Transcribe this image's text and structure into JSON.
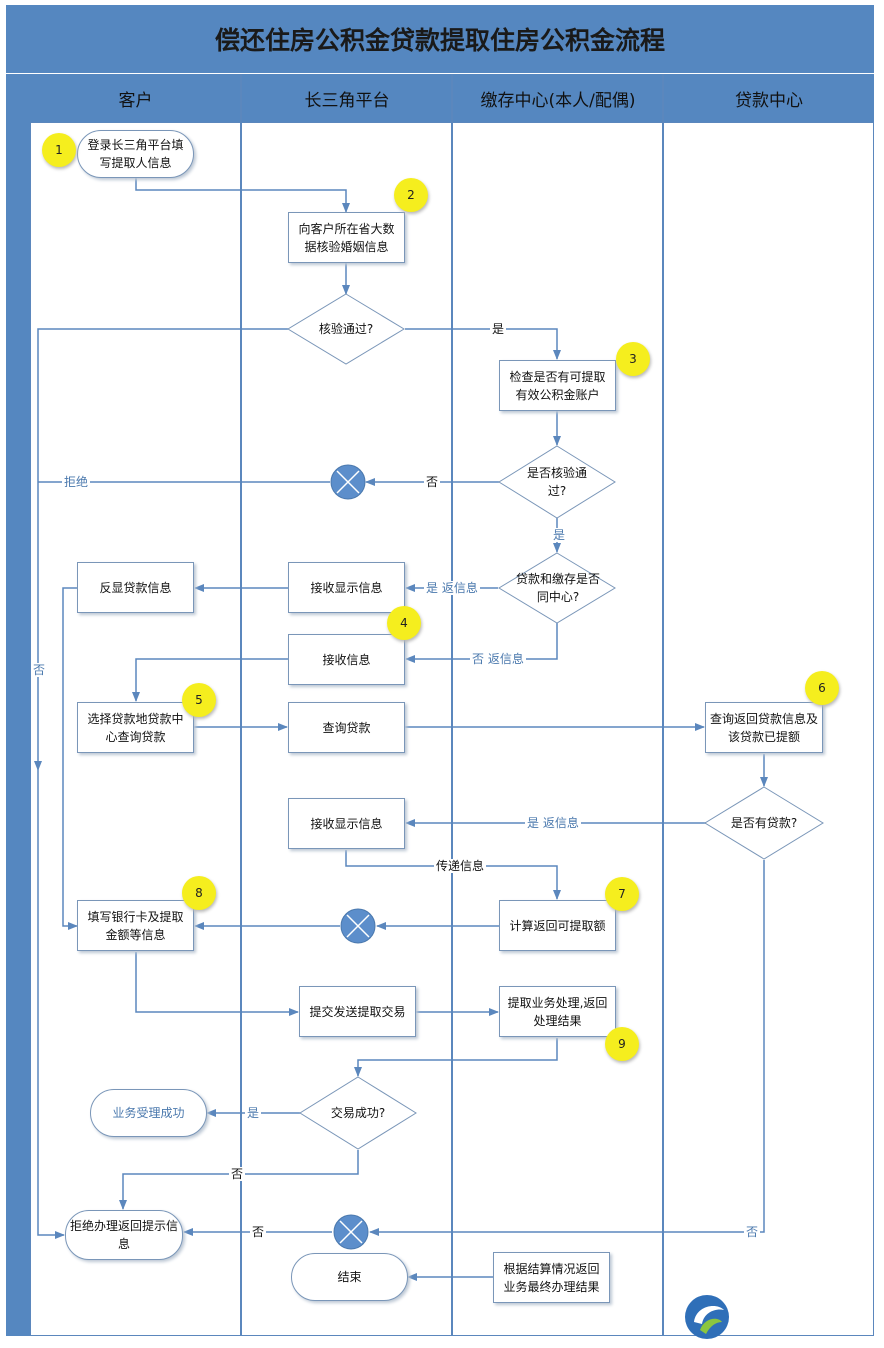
{
  "title": "偿还住房公积金贷款提取住房公积金流程",
  "lanes": [
    {
      "label": "客户"
    },
    {
      "label": "长三角平台"
    },
    {
      "label": "缴存中心(本人/配偶)"
    },
    {
      "label": "贷款中心"
    }
  ],
  "steps": {
    "login": "登录长三角平台填写提取人信息",
    "verify_marriage": "向客户所在省大数据核验婚姻信息",
    "verify_passed": "核验通过?",
    "check_account": "检查是否有可提取有效公积金账户",
    "check_passed": "是否核验通过?",
    "same_center": "贷款和缴存是否同中心?",
    "display_loan": "反显贷款信息",
    "receive_display_1": "接收显示信息",
    "receive_info": "接收信息",
    "select_center": "选择贷款地贷款中心查询贷款",
    "query_loan": "查询贷款",
    "query_return": "查询返回贷款信息及该贷款已提额",
    "has_loan": "是否有贷款?",
    "receive_display_2": "接收显示信息",
    "fill_card": "填写银行卡及提取金额等信息",
    "calc_amount": "计算返回可提取额",
    "submit": "提交发送提取交易",
    "process": "提取业务处理,返回处理结果",
    "success_q": "交易成功?",
    "accepted": "业务受理成功",
    "reject": "拒绝办理返回提示信息",
    "final_result": "根据结算情况返回业务最终办理结果",
    "end": "结束"
  },
  "numbers": [
    "1",
    "2",
    "3",
    "4",
    "5",
    "6",
    "7",
    "8",
    "9"
  ],
  "labels": {
    "yes_1": "是",
    "no_1": "否",
    "reject_label": "拒绝",
    "yes_2": "是",
    "yes_return": "是 返信息",
    "no_return": "否 返信息",
    "no_left": "否",
    "yes_return_2": "是 返信息",
    "pass_info": "传递信息",
    "yes_3": "是",
    "no_2": "否",
    "no_3": "否",
    "no_4": "否"
  }
}
